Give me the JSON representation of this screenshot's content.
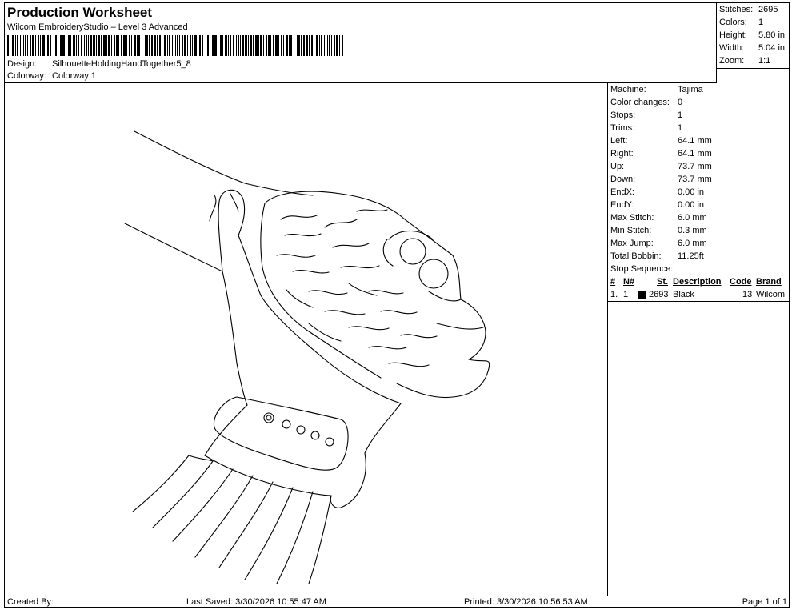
{
  "header": {
    "title": "Production Worksheet",
    "subtitle": "Wilcom EmbroideryStudio – Level 3 Advanced",
    "design_label": "Design:",
    "design_value": "SilhouetteHoldingHandTogether5_8",
    "colorway_label": "Colorway:",
    "colorway_value": "Colorway 1"
  },
  "summary": [
    {
      "label": "Stitches:",
      "value": "2695"
    },
    {
      "label": "Colors:",
      "value": "1"
    },
    {
      "label": "Height:",
      "value": "5.80 in"
    },
    {
      "label": "Width:",
      "value": "5.04 in"
    },
    {
      "label": "Zoom:",
      "value": "1:1"
    }
  ],
  "machine_info": [
    {
      "label": "Machine:",
      "value": "Tajima"
    },
    {
      "label": "Color changes:",
      "value": "0"
    },
    {
      "label": "Stops:",
      "value": "1"
    },
    {
      "label": "Trims:",
      "value": "1"
    },
    {
      "label": "Left:",
      "value": "64.1 mm"
    },
    {
      "label": "Right:",
      "value": "64.1 mm"
    },
    {
      "label": "Up:",
      "value": "73.7 mm"
    },
    {
      "label": "Down:",
      "value": "73.7 mm"
    },
    {
      "label": "EndX:",
      "value": "0.00 in"
    },
    {
      "label": "EndY:",
      "value": "0.00 in"
    },
    {
      "label": "Max Stitch:",
      "value": "6.0 mm"
    },
    {
      "label": "Min Stitch:",
      "value": "0.3 mm"
    },
    {
      "label": "Max Jump:",
      "value": "6.0 mm"
    },
    {
      "label": "Total Bobbin:",
      "value": "11.25ft"
    }
  ],
  "stop_sequence": {
    "title": "Stop Sequence:",
    "columns": {
      "num": "#",
      "n": "N#",
      "st": "St.",
      "description": "Description",
      "code": "Code",
      "brand": "Brand"
    },
    "rows": [
      {
        "num": "1.",
        "n": "1",
        "color": "#000000",
        "st": "2693",
        "description": "Black",
        "code": "13",
        "brand": "Wilcom"
      }
    ]
  },
  "footer": {
    "created_by": "Created By:",
    "last_saved": "Last Saved: 3/30/2026 10:55:47 AM",
    "printed": "Printed: 3/30/2026 10:56:53 AM",
    "page": "Page 1 of 1"
  }
}
